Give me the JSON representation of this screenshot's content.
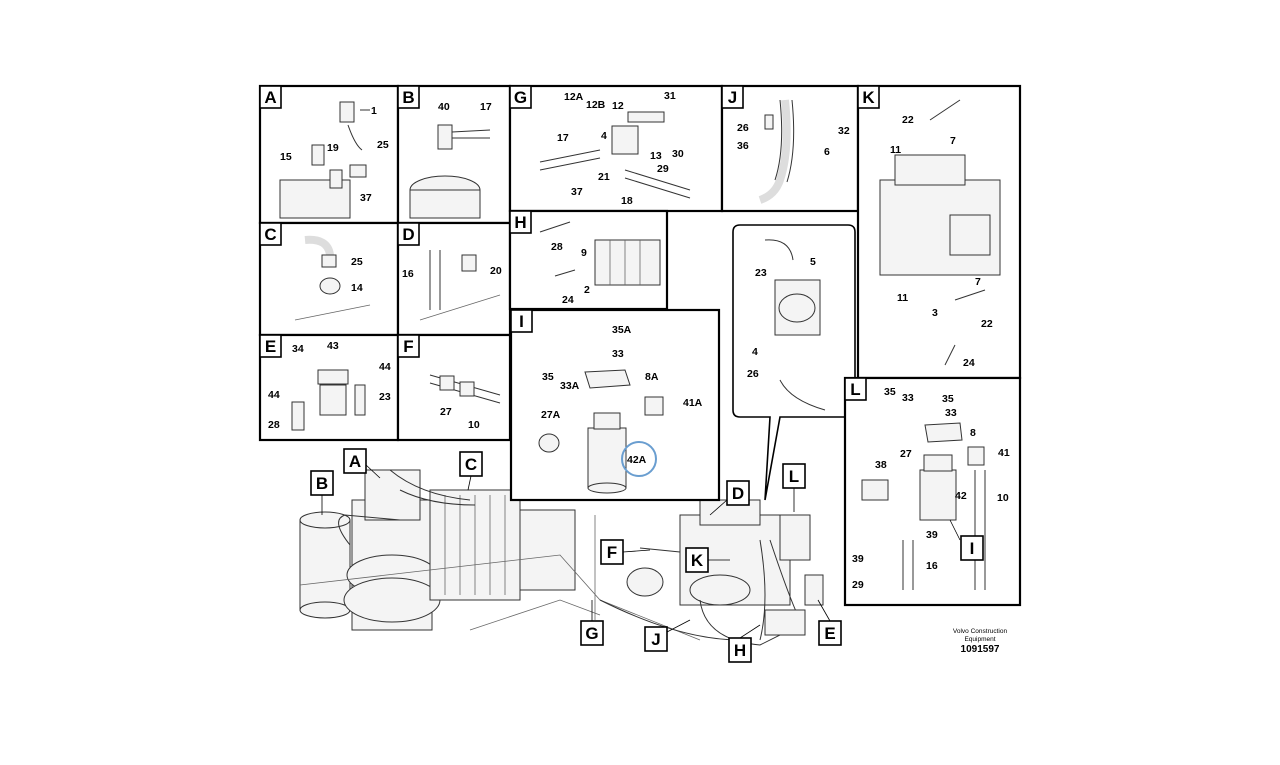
{
  "panels": [
    {
      "id": "A",
      "labels": [
        "1",
        "15",
        "19",
        "25",
        "37"
      ]
    },
    {
      "id": "B",
      "labels": [
        "40",
        "17"
      ]
    },
    {
      "id": "G",
      "labels": [
        "12A",
        "12B",
        "12",
        "31",
        "17",
        "4",
        "13",
        "30",
        "21",
        "29",
        "37",
        "18"
      ]
    },
    {
      "id": "J",
      "labels": [
        "26",
        "32",
        "36",
        "6"
      ]
    },
    {
      "id": "K",
      "labels": [
        "22",
        "7",
        "11",
        "7",
        "11",
        "3",
        "22",
        "24"
      ]
    },
    {
      "id": "C",
      "labels": [
        "25",
        "14"
      ]
    },
    {
      "id": "D",
      "labels": [
        "16",
        "20"
      ]
    },
    {
      "id": "H",
      "labels": [
        "28",
        "9",
        "24",
        "2"
      ]
    },
    {
      "id": "E",
      "labels": [
        "34",
        "43",
        "44",
        "44",
        "23",
        "28"
      ]
    },
    {
      "id": "F",
      "labels": [
        "27",
        "10"
      ]
    },
    {
      "id": "I",
      "labels": [
        "35A",
        "33",
        "35",
        "33A",
        "8A",
        "27A",
        "41A",
        "42A"
      ]
    },
    {
      "id": "L",
      "labels": [
        "35",
        "33",
        "35",
        "33",
        "8",
        "38",
        "27",
        "41",
        "42",
        "10",
        "39",
        "39",
        "16",
        "29"
      ]
    }
  ],
  "detail_labels": [
    "23",
    "5",
    "4",
    "26"
  ],
  "overview_letters": [
    "A",
    "B",
    "C",
    "D",
    "L",
    "F",
    "K",
    "G",
    "J",
    "H",
    "E",
    "I"
  ],
  "highlighted_part": "42A",
  "brand": {
    "line1": "Volvo Construction",
    "line2": "Equipment",
    "doc_number": "1091597"
  }
}
